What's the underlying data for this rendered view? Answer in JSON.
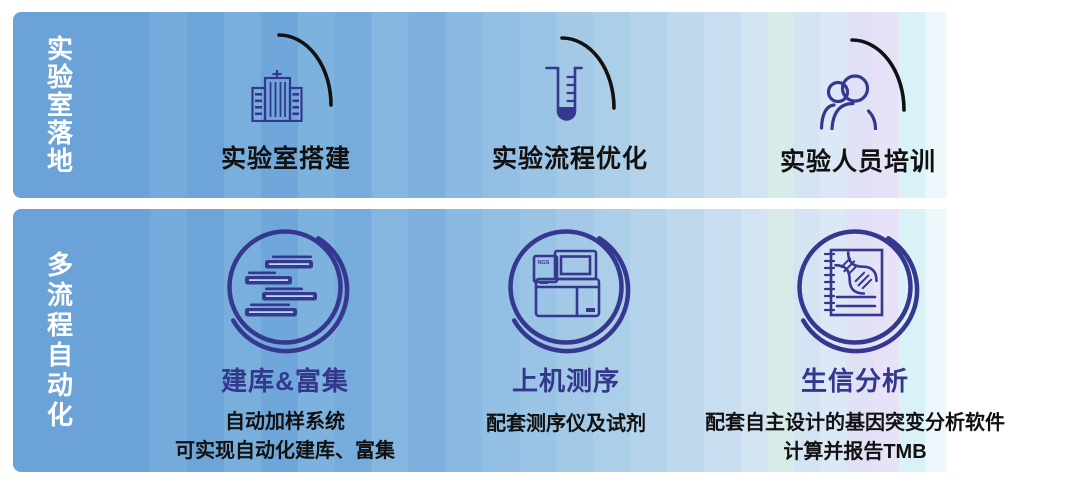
{
  "colors": {
    "navy": "#35388e",
    "band_blue": "#6ba3d8",
    "arc_black": "#111111",
    "lavender_stripe": "#e8e2f8",
    "cyan_stripe": "#d9f2f7"
  },
  "top_band": {
    "side_label": "实验室落地",
    "items": [
      {
        "icon": "building-icon",
        "title": "实验室搭建"
      },
      {
        "icon": "test-tube-icon",
        "title": "实验流程优化"
      },
      {
        "icon": "people-icon",
        "title": "实验人员培训"
      }
    ]
  },
  "bottom_band": {
    "side_label": "多流程自动化",
    "items": [
      {
        "icon": "library-reads-icon",
        "title": "建库&富集",
        "lines": [
          "自动加样系统",
          "可实现自动化建库、富集"
        ]
      },
      {
        "icon": "sequencer-icon",
        "title": "上机测序",
        "machine_label": "NGS",
        "lines": [
          "配套测序仪及试剂"
        ]
      },
      {
        "icon": "notebook-dna-icon",
        "title": "生信分析",
        "lines": [
          "配套自主设计的基因突变分析软件",
          "计算并报告TMB"
        ]
      }
    ]
  }
}
